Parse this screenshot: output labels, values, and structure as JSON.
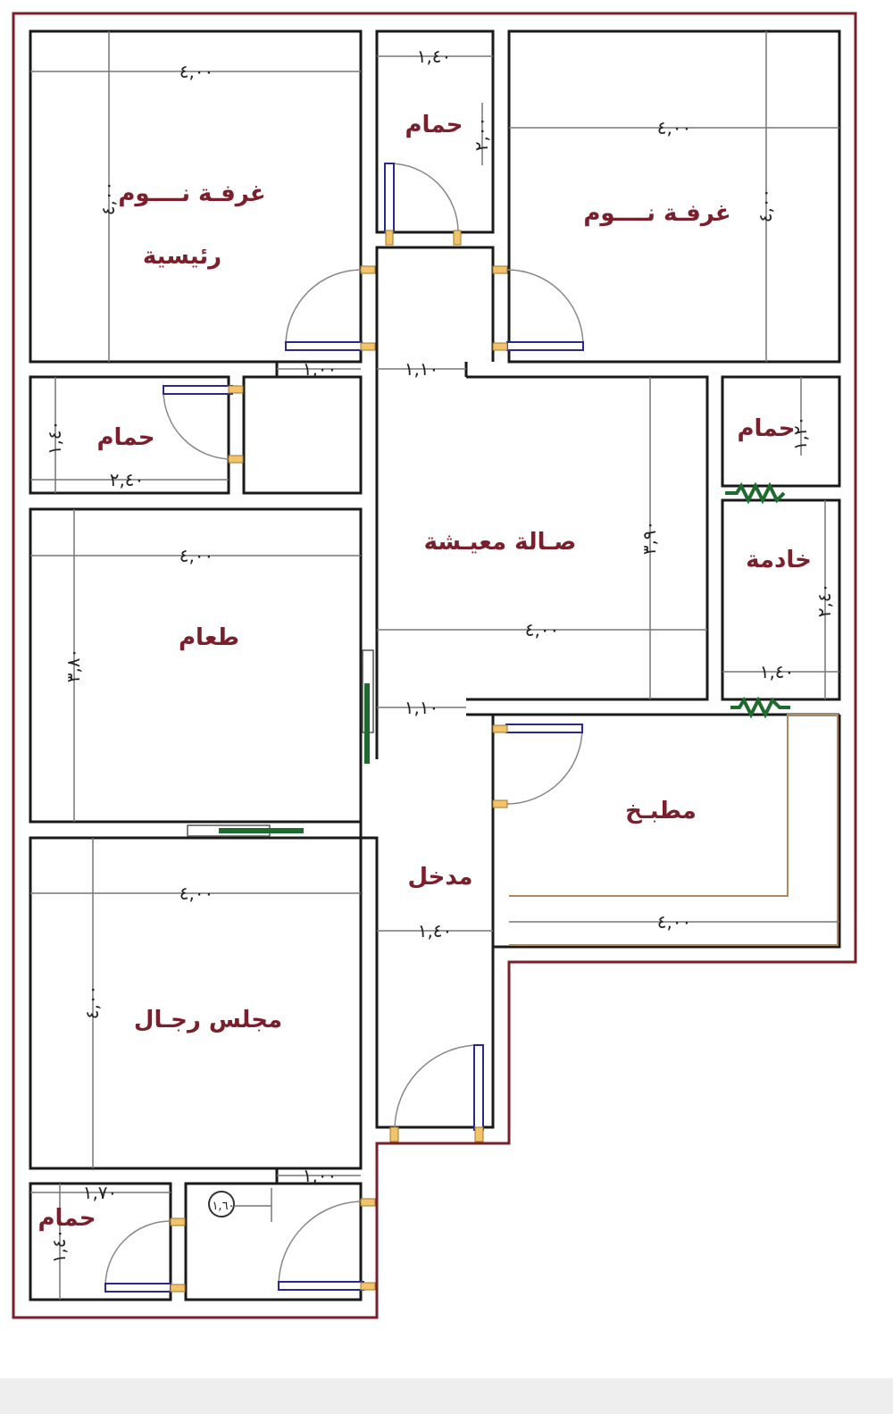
{
  "rooms": {
    "master_bedroom": {
      "line1": "غرفـة نــــوم",
      "line2": "رئيسية"
    },
    "bedroom": "غرفـة نــــوم",
    "bath_top": "حمام",
    "bath_left": "حمام",
    "living_hall": "صـالة معيـشة",
    "maid_bath": "حمام",
    "maid_room": "خادمة",
    "dining": "طعام",
    "kitchen": "مطبـخ",
    "entrance": "مدخل",
    "men_majlis": "مجلس رجـال",
    "bath_bottom": "حمام"
  },
  "dimensions": {
    "master_bedroom_width": "٤,٠٠",
    "master_bedroom_height": "٤,٠٠",
    "bath_top_width": "١,٤٠",
    "bath_top_height": "٢,٠٠",
    "bedroom_width": "٤,٠٠",
    "bedroom_height": "٤,٠٠",
    "corridor_top_left": "١,٠٠",
    "corridor_top_right": "١,١٠",
    "bath_left_width": "٢,٤٠",
    "bath_left_height": "١,٤٠",
    "maid_bath_height": "١,٢٠",
    "living_height": "٣,٩٠",
    "living_width": "٤,٠٠",
    "maid_room_height": "٢,٤٠",
    "maid_room_width": "١,٤٠",
    "dining_width": "٤,٠٠",
    "dining_height": "٣,٨٠",
    "corridor_mid": "١,١٠",
    "majlis_width": "٤,٠٠",
    "majlis_height": "٤,٠٠",
    "entrance_width": "١,٤٠",
    "kitchen_width": "٤,٠٠",
    "corridor_bottom": "١,٠٠",
    "bath_bottom_width": "١,٧٠",
    "bath_bottom_height": "١,٤٠",
    "wash_basin": "١,٦٠"
  },
  "colors": {
    "room_label": "#7a1f2b",
    "outer_boundary": "#7a1f2b",
    "wall": "#1a1a1a",
    "sliding_door": "#1e6b2e",
    "door_leaf": "#2a2a8a",
    "hinge": "#f2c36b",
    "kitchen_outline": "#b08a5a"
  }
}
